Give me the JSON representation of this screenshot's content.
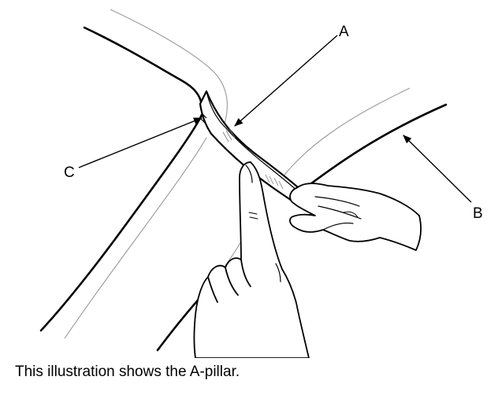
{
  "callouts": [
    {
      "id": "A",
      "label": "A"
    },
    {
      "id": "B",
      "label": "B"
    },
    {
      "id": "C",
      "label": "C"
    }
  ],
  "caption": "This illustration shows the A-pillar.",
  "colors": {
    "line": "#000000",
    "thin_line": "#9a9a9a",
    "background": "#ffffff"
  }
}
